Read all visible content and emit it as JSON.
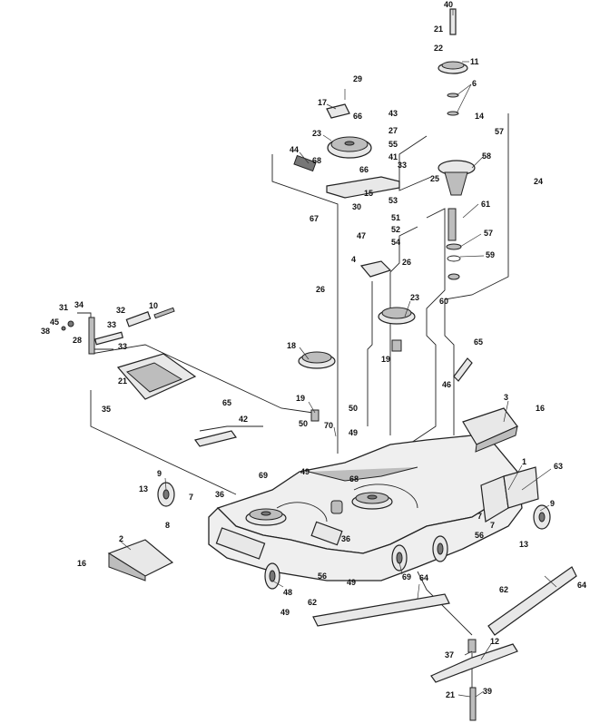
{
  "callouts": [
    {
      "id": "c40",
      "text": "40"
    },
    {
      "id": "c21a",
      "text": "21"
    },
    {
      "id": "c22",
      "text": "22"
    },
    {
      "id": "c11",
      "text": "11"
    },
    {
      "id": "c6",
      "text": "6"
    },
    {
      "id": "c14",
      "text": "14"
    },
    {
      "id": "c57a",
      "text": "57"
    },
    {
      "id": "c58",
      "text": "58"
    },
    {
      "id": "c24",
      "text": "24"
    },
    {
      "id": "c61",
      "text": "61"
    },
    {
      "id": "c57b",
      "text": "57"
    },
    {
      "id": "c59",
      "text": "59"
    },
    {
      "id": "c60",
      "text": "60"
    },
    {
      "id": "c29",
      "text": "29"
    },
    {
      "id": "c17",
      "text": "17"
    },
    {
      "id": "c66a",
      "text": "66"
    },
    {
      "id": "c23a",
      "text": "23"
    },
    {
      "id": "c44",
      "text": "44"
    },
    {
      "id": "c68a",
      "text": "68"
    },
    {
      "id": "c66b",
      "text": "66"
    },
    {
      "id": "c15",
      "text": "15"
    },
    {
      "id": "c67",
      "text": "67"
    },
    {
      "id": "c30",
      "text": "30"
    },
    {
      "id": "c43",
      "text": "43"
    },
    {
      "id": "c27",
      "text": "27"
    },
    {
      "id": "c55",
      "text": "55"
    },
    {
      "id": "c41",
      "text": "41"
    },
    {
      "id": "c33a",
      "text": "33"
    },
    {
      "id": "c25",
      "text": "25"
    },
    {
      "id": "c53",
      "text": "53"
    },
    {
      "id": "c51",
      "text": "51"
    },
    {
      "id": "c52",
      "text": "52"
    },
    {
      "id": "c47",
      "text": "47"
    },
    {
      "id": "c54",
      "text": "54"
    },
    {
      "id": "c4",
      "text": "4"
    },
    {
      "id": "c26a",
      "text": "26"
    },
    {
      "id": "c26b",
      "text": "26"
    },
    {
      "id": "c23b",
      "text": "23"
    },
    {
      "id": "c19a",
      "text": "19"
    },
    {
      "id": "c18",
      "text": "18"
    },
    {
      "id": "c31",
      "text": "31"
    },
    {
      "id": "c34",
      "text": "34"
    },
    {
      "id": "c32",
      "text": "32"
    },
    {
      "id": "c10",
      "text": "10"
    },
    {
      "id": "c45",
      "text": "45"
    },
    {
      "id": "c38",
      "text": "38"
    },
    {
      "id": "c28",
      "text": "28"
    },
    {
      "id": "c33b",
      "text": "33"
    },
    {
      "id": "c33c",
      "text": "33"
    },
    {
      "id": "c35",
      "text": "35"
    },
    {
      "id": "c21b",
      "text": "21"
    },
    {
      "id": "c65a",
      "text": "65"
    },
    {
      "id": "c46",
      "text": "46"
    },
    {
      "id": "c19b",
      "text": "19"
    },
    {
      "id": "c65b",
      "text": "65"
    },
    {
      "id": "c42",
      "text": "42"
    },
    {
      "id": "c50a",
      "text": "50"
    },
    {
      "id": "c50b",
      "text": "50"
    },
    {
      "id": "c49a",
      "text": "49"
    },
    {
      "id": "c3",
      "text": "3"
    },
    {
      "id": "c16a",
      "text": "16"
    },
    {
      "id": "c70",
      "text": "70"
    },
    {
      "id": "c49b",
      "text": "49"
    },
    {
      "id": "c69a",
      "text": "69"
    },
    {
      "id": "c68b",
      "text": "68"
    },
    {
      "id": "c1",
      "text": "1"
    },
    {
      "id": "c63",
      "text": "63"
    },
    {
      "id": "c9a",
      "text": "9"
    },
    {
      "id": "c13a",
      "text": "13"
    },
    {
      "id": "c7a",
      "text": "7"
    },
    {
      "id": "c36a",
      "text": "36"
    },
    {
      "id": "c8",
      "text": "8"
    },
    {
      "id": "c7b",
      "text": "7"
    },
    {
      "id": "c7c",
      "text": "7"
    },
    {
      "id": "c9b",
      "text": "9"
    },
    {
      "id": "c56a",
      "text": "56"
    },
    {
      "id": "c13b",
      "text": "13"
    },
    {
      "id": "c36b",
      "text": "36"
    },
    {
      "id": "c2",
      "text": "2"
    },
    {
      "id": "c16b",
      "text": "16"
    },
    {
      "id": "c48",
      "text": "48"
    },
    {
      "id": "c56b",
      "text": "56"
    },
    {
      "id": "c69b",
      "text": "69"
    },
    {
      "id": "c49c",
      "text": "49"
    },
    {
      "id": "c64a",
      "text": "64"
    },
    {
      "id": "c62a",
      "text": "62"
    },
    {
      "id": "c49d",
      "text": "49"
    },
    {
      "id": "c62b",
      "text": "62"
    },
    {
      "id": "c64b",
      "text": "64"
    },
    {
      "id": "c37",
      "text": "37"
    },
    {
      "id": "c12",
      "text": "12"
    },
    {
      "id": "c21c",
      "text": "21"
    },
    {
      "id": "c39",
      "text": "39"
    }
  ]
}
